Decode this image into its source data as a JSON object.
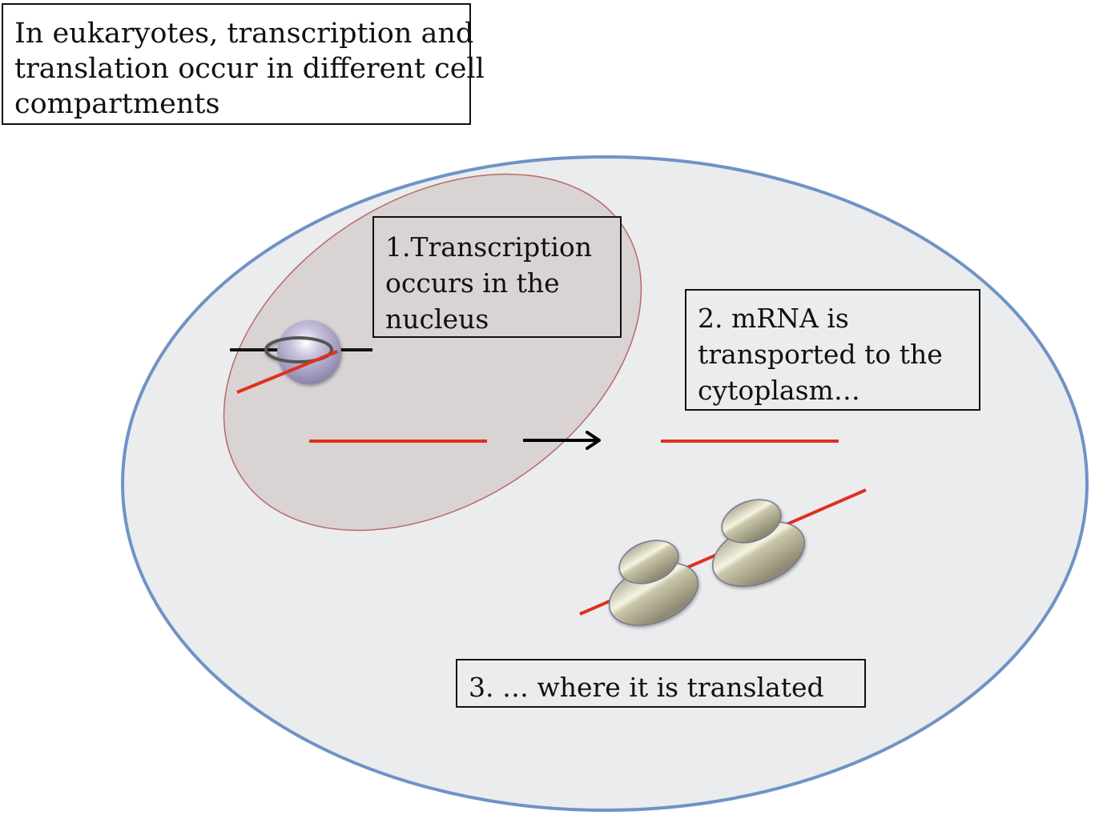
{
  "title_box": {
    "lines": [
      "In eukaryotes, transcription and",
      "translation occur in different cell",
      "compartments"
    ]
  },
  "steps": [
    {
      "lines": [
        "1.Transcription",
        "occurs in the",
        "nucleus"
      ]
    },
    {
      "lines": [
        "2. mRNA is",
        "transported to the",
        "cytoplasm…"
      ]
    },
    {
      "lines": [
        "3. … where it is translated"
      ]
    }
  ],
  "colors": {
    "cell_fill": "#ebecee",
    "cell_border": "#6f93c6",
    "nucleus_fill": "#d9d3d3",
    "nucleus_border": "#b86a66",
    "mrna": "#e0301e",
    "dna": "#111111",
    "polymerase": "#b7b0d0",
    "ribosome": "#d8d4b8"
  }
}
